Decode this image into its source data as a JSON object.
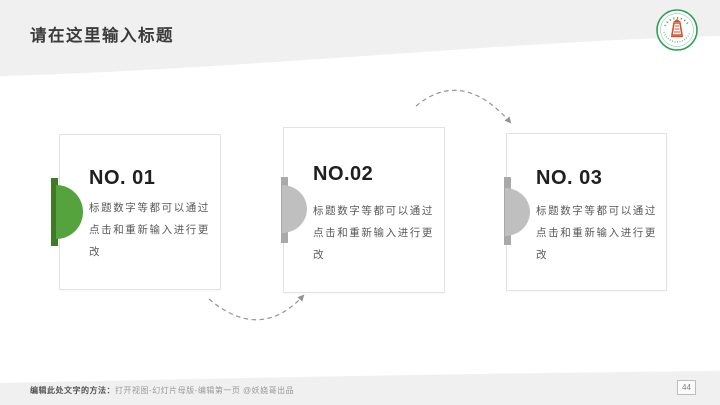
{
  "slide": {
    "title": "请在这里输入标题",
    "cards": [
      {
        "number": "NO. 01",
        "body": "标题数字等都可以通过点击和重新输入进行更改"
      },
      {
        "number": "NO.02",
        "body": "标题数字等都可以通过点击和重新输入进行更改"
      },
      {
        "number": "NO. 03",
        "body": "标题数字等都可以通过点击和重新输入进行更改"
      }
    ],
    "footer": {
      "method_label": "编辑此处文字的方法：",
      "method_text": "打开视图-幻灯片母版-编辑第一页 @妖娆哥出品"
    },
    "page_number": "44",
    "logo": {
      "name": "university-seal"
    },
    "colors": {
      "accent_green": "#55a33c",
      "accent_green_dark": "#3f7a26",
      "accent_gray": "#bfbfbf",
      "accent_gray_dark": "#a9a9a9",
      "band_gray": "#f0f0f0",
      "arrow_gray": "#949494",
      "seal_green": "#2f9e5a",
      "seal_red": "#d4512e"
    }
  }
}
